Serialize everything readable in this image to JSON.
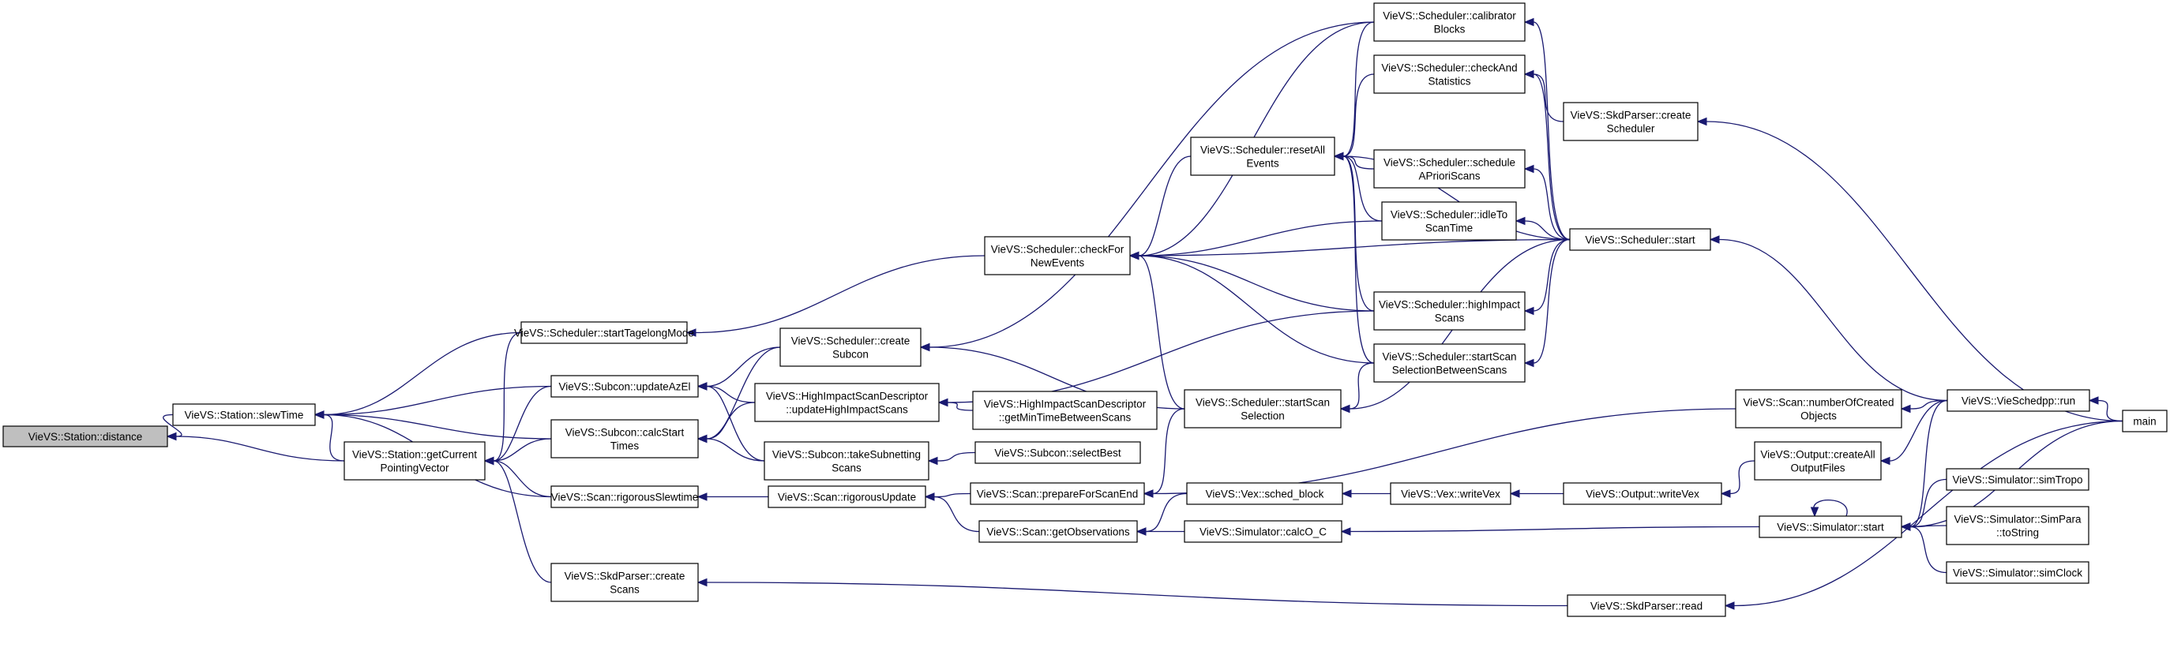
{
  "graph": {
    "nodes": [
      {
        "id": "distance",
        "lines": [
          "VieVS::Station::distance"
        ],
        "root": true
      },
      {
        "id": "slewTime",
        "lines": [
          "VieVS::Station::slewTime"
        ]
      },
      {
        "id": "getCurrentPointingVector",
        "lines": [
          "VieVS::Station::getCurrent",
          "PointingVector"
        ]
      },
      {
        "id": "startTagelongMode",
        "lines": [
          "VieVS::Scheduler::startTagelongMode"
        ]
      },
      {
        "id": "updateAzEl",
        "lines": [
          "VieVS::Subcon::updateAzEl"
        ]
      },
      {
        "id": "calcStartTimes",
        "lines": [
          "VieVS::Subcon::calcStart",
          "Times"
        ]
      },
      {
        "id": "rigorousSlewtime",
        "lines": [
          "VieVS::Scan::rigorousSlewtime"
        ]
      },
      {
        "id": "skdCreateScans",
        "lines": [
          "VieVS::SkdParser::create",
          "Scans"
        ]
      },
      {
        "id": "createSubcon",
        "lines": [
          "VieVS::Scheduler::create",
          "Subcon"
        ]
      },
      {
        "id": "updateHighImpactScans",
        "lines": [
          "VieVS::HighImpactScanDescriptor",
          "::updateHighImpactScans"
        ]
      },
      {
        "id": "takeSubnettingScans",
        "lines": [
          "VieVS::Subcon::takeSubnetting",
          "Scans"
        ]
      },
      {
        "id": "rigorousUpdate",
        "lines": [
          "VieVS::Scan::rigorousUpdate"
        ]
      },
      {
        "id": "checkForNewEvents",
        "lines": [
          "VieVS::Scheduler::checkFor",
          "NewEvents"
        ]
      },
      {
        "id": "getMinTimeBetweenScans",
        "lines": [
          "VieVS::HighImpactScanDescriptor",
          "::getMinTimeBetweenScans"
        ]
      },
      {
        "id": "selectBest",
        "lines": [
          "VieVS::Subcon::selectBest"
        ]
      },
      {
        "id": "prepareForScanEnd",
        "lines": [
          "VieVS::Scan::prepareForScanEnd"
        ]
      },
      {
        "id": "getObservations",
        "lines": [
          "VieVS::Scan::getObservations"
        ]
      },
      {
        "id": "resetAllEvents",
        "lines": [
          "VieVS::Scheduler::resetAll",
          "Events"
        ]
      },
      {
        "id": "startScanSelection",
        "lines": [
          "VieVS::Scheduler::startScan",
          "Selection"
        ]
      },
      {
        "id": "schedBlock",
        "lines": [
          "VieVS::Vex::sched_block"
        ]
      },
      {
        "id": "calcOC",
        "lines": [
          "VieVS::Simulator::calcO_C"
        ]
      },
      {
        "id": "calibratorBlocks",
        "lines": [
          "VieVS::Scheduler::calibrator",
          "Blocks"
        ]
      },
      {
        "id": "checkAndStatistics",
        "lines": [
          "VieVS::Scheduler::checkAnd",
          "Statistics"
        ]
      },
      {
        "id": "scheduleAPrioriScans",
        "lines": [
          "VieVS::Scheduler::schedule",
          "APrioriScans"
        ]
      },
      {
        "id": "idleToScanTime",
        "lines": [
          "VieVS::Scheduler::idleTo",
          "ScanTime"
        ]
      },
      {
        "id": "highImpactScans",
        "lines": [
          "VieVS::Scheduler::highImpact",
          "Scans"
        ]
      },
      {
        "id": "startScanSelectionBetweenScans",
        "lines": [
          "VieVS::Scheduler::startScan",
          "SelectionBetweenScans"
        ]
      },
      {
        "id": "writeVex",
        "lines": [
          "VieVS::Vex::writeVex"
        ]
      },
      {
        "id": "skdCreateScheduler",
        "lines": [
          "VieVS::SkdParser::create",
          "Scheduler"
        ]
      },
      {
        "id": "schedulerStart",
        "lines": [
          "VieVS::Scheduler::start"
        ]
      },
      {
        "id": "numberOfCreatedObjects",
        "lines": [
          "VieVS::Scan::numberOfCreated",
          "Objects"
        ]
      },
      {
        "id": "createAllOutputFiles",
        "lines": [
          "VieVS::Output::createAll",
          "OutputFiles"
        ]
      },
      {
        "id": "outputWriteVex",
        "lines": [
          "VieVS::Output::writeVex"
        ]
      },
      {
        "id": "simulatorStart",
        "lines": [
          "VieVS::Simulator::start"
        ]
      },
      {
        "id": "skdRead",
        "lines": [
          "VieVS::SkdParser::read"
        ]
      },
      {
        "id": "vieSchedppRun",
        "lines": [
          "VieVS::VieSchedpp::run"
        ]
      },
      {
        "id": "simTropo",
        "lines": [
          "VieVS::Simulator::simTropo"
        ]
      },
      {
        "id": "simParaToString",
        "lines": [
          "VieVS::Simulator::SimPara",
          "::toString"
        ]
      },
      {
        "id": "simClock",
        "lines": [
          "VieVS::Simulator::simClock"
        ]
      },
      {
        "id": "main",
        "lines": [
          "main"
        ]
      }
    ],
    "edges": [
      {
        "from": "slewTime",
        "to": "distance"
      },
      {
        "from": "getCurrentPointingVector",
        "to": "distance"
      },
      {
        "from": "startTagelongMode",
        "to": "slewTime"
      },
      {
        "from": "updateAzEl",
        "to": "slewTime"
      },
      {
        "from": "calcStartTimes",
        "to": "slewTime"
      },
      {
        "from": "getCurrentPointingVector",
        "to": "slewTime"
      },
      {
        "from": "rigorousSlewtime",
        "to": "slewTime"
      },
      {
        "from": "startTagelongMode",
        "to": "getCurrentPointingVector"
      },
      {
        "from": "updateAzEl",
        "to": "getCurrentPointingVector"
      },
      {
        "from": "calcStartTimes",
        "to": "getCurrentPointingVector"
      },
      {
        "from": "rigorousSlewtime",
        "to": "getCurrentPointingVector"
      },
      {
        "from": "skdCreateScans",
        "to": "getCurrentPointingVector"
      },
      {
        "from": "checkForNewEvents",
        "to": "startTagelongMode"
      },
      {
        "from": "createSubcon",
        "to": "updateAzEl"
      },
      {
        "from": "updateHighImpactScans",
        "to": "updateAzEl"
      },
      {
        "from": "takeSubnettingScans",
        "to": "updateAzEl"
      },
      {
        "from": "createSubcon",
        "to": "calcStartTimes"
      },
      {
        "from": "updateHighImpactScans",
        "to": "calcStartTimes"
      },
      {
        "from": "takeSubnettingScans",
        "to": "calcStartTimes"
      },
      {
        "from": "rigorousUpdate",
        "to": "rigorousSlewtime"
      },
      {
        "from": "skdRead",
        "to": "skdCreateScans"
      },
      {
        "from": "calibratorBlocks",
        "to": "createSubcon"
      },
      {
        "from": "startScanSelection",
        "to": "createSubcon"
      },
      {
        "from": "highImpactScans",
        "to": "updateHighImpactScans"
      },
      {
        "from": "getMinTimeBetweenScans",
        "to": "updateHighImpactScans"
      },
      {
        "from": "selectBest",
        "to": "takeSubnettingScans"
      },
      {
        "from": "prepareForScanEnd",
        "to": "rigorousUpdate"
      },
      {
        "from": "getObservations",
        "to": "rigorousUpdate"
      },
      {
        "from": "resetAllEvents",
        "to": "checkForNewEvents"
      },
      {
        "from": "calibratorBlocks",
        "to": "checkForNewEvents"
      },
      {
        "from": "idleToScanTime",
        "to": "checkForNewEvents"
      },
      {
        "from": "highImpactScans",
        "to": "checkForNewEvents"
      },
      {
        "from": "startScanSelectionBetweenScans",
        "to": "checkForNewEvents"
      },
      {
        "from": "schedulerStart",
        "to": "checkForNewEvents"
      },
      {
        "from": "startScanSelection",
        "to": "checkForNewEvents"
      },
      {
        "from": "startScanSelection",
        "to": "prepareForScanEnd"
      },
      {
        "from": "numberOfCreatedObjects",
        "to": "prepareForScanEnd"
      },
      {
        "from": "schedBlock",
        "to": "getObservations"
      },
      {
        "from": "calcOC",
        "to": "getObservations"
      },
      {
        "from": "calibratorBlocks",
        "to": "resetAllEvents"
      },
      {
        "from": "checkAndStatistics",
        "to": "resetAllEvents"
      },
      {
        "from": "scheduleAPrioriScans",
        "to": "resetAllEvents"
      },
      {
        "from": "idleToScanTime",
        "to": "resetAllEvents"
      },
      {
        "from": "highImpactScans",
        "to": "resetAllEvents"
      },
      {
        "from": "startScanSelectionBetweenScans",
        "to": "resetAllEvents"
      },
      {
        "from": "schedulerStart",
        "to": "resetAllEvents"
      },
      {
        "from": "startScanSelectionBetweenScans",
        "to": "startScanSelection"
      },
      {
        "from": "schedulerStart",
        "to": "startScanSelection"
      },
      {
        "from": "writeVex",
        "to": "schedBlock"
      },
      {
        "from": "simulatorStart",
        "to": "calcOC"
      },
      {
        "from": "schedulerStart",
        "to": "calibratorBlocks"
      },
      {
        "from": "schedulerStart",
        "to": "checkAndStatistics"
      },
      {
        "from": "skdCreateScheduler",
        "to": "checkAndStatistics"
      },
      {
        "from": "schedulerStart",
        "to": "scheduleAPrioriScans"
      },
      {
        "from": "schedulerStart",
        "to": "idleToScanTime"
      },
      {
        "from": "schedulerStart",
        "to": "highImpactScans"
      },
      {
        "from": "schedulerStart",
        "to": "startScanSelectionBetweenScans"
      },
      {
        "from": "outputWriteVex",
        "to": "writeVex"
      },
      {
        "from": "main",
        "to": "skdCreateScheduler"
      },
      {
        "from": "vieSchedppRun",
        "to": "schedulerStart"
      },
      {
        "from": "vieSchedppRun",
        "to": "numberOfCreatedObjects"
      },
      {
        "from": "vieSchedppRun",
        "to": "createAllOutputFiles"
      },
      {
        "from": "createAllOutputFiles",
        "to": "outputWriteVex"
      },
      {
        "from": "vieSchedppRun",
        "to": "simulatorStart"
      },
      {
        "from": "main",
        "to": "simulatorStart"
      },
      {
        "from": "simulatorStart",
        "to": "simulatorStart"
      },
      {
        "from": "simTropo",
        "to": "simulatorStart"
      },
      {
        "from": "simParaToString",
        "to": "simulatorStart"
      },
      {
        "from": "simClock",
        "to": "simulatorStart"
      },
      {
        "from": "main",
        "to": "skdRead"
      },
      {
        "from": "main",
        "to": "vieSchedppRun"
      }
    ]
  }
}
